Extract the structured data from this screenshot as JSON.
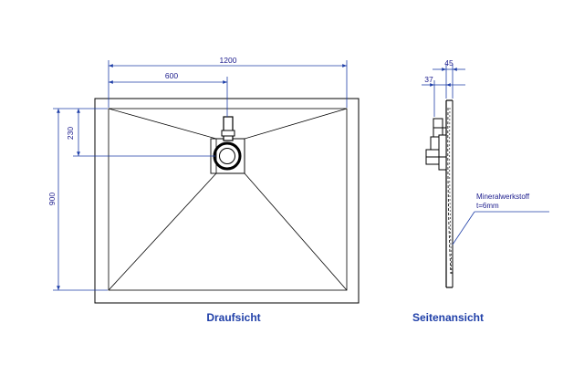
{
  "top_view": {
    "caption": "Draufsicht",
    "dim_width": "1200",
    "dim_half": "600",
    "dim_height": "900",
    "dim_drain": "230"
  },
  "side_view": {
    "caption": "Seitenansicht",
    "dim_45": "45",
    "dim_37": "37",
    "material": "Mineralwerkstoff",
    "thickness": "t=6mm"
  },
  "colors": {
    "dimension": "#1f3fa8",
    "outline": "#000000"
  }
}
